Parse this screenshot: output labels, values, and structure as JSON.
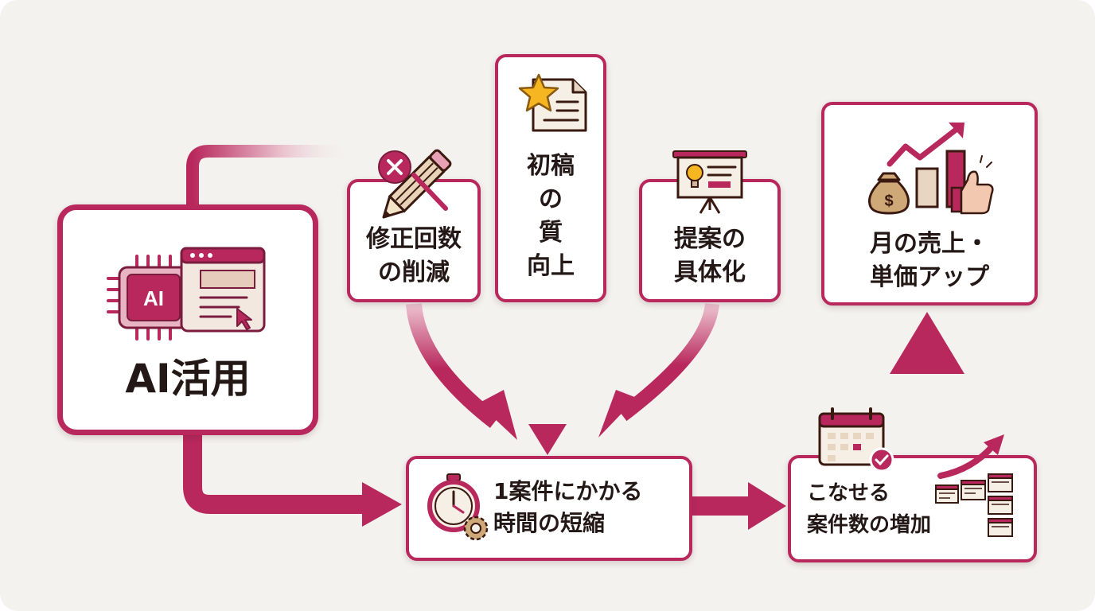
{
  "colors": {
    "accent": "#b8285c",
    "accent_light": "#e9bdcb",
    "text": "#231815",
    "background": "#f3f2ee",
    "box": "#ffffff",
    "gold": "#f5b622",
    "tan": "#e8d5c2"
  },
  "nodes": {
    "ai_use": {
      "label": "AI活用",
      "chip_text": "AI",
      "icons": [
        "ai-chip-icon",
        "browser-window-icon",
        "cursor-icon"
      ]
    },
    "fewer_revisions": {
      "lines": [
        "修正回数",
        "の削減"
      ],
      "icons": [
        "pencil-icon",
        "x-mark-icon"
      ]
    },
    "draft_quality": {
      "lines": [
        "初稿",
        "の",
        "質",
        "向上"
      ],
      "icons": [
        "star-document-icon"
      ]
    },
    "proposal_concrete": {
      "lines": [
        "提案の",
        "具体化"
      ],
      "icons": [
        "presentation-lightbulb-icon"
      ]
    },
    "time_reduction": {
      "lines": [
        "1案件にかかる",
        "時間の短縮"
      ],
      "icons": [
        "stopwatch-gear-icon"
      ]
    },
    "more_cases": {
      "lines": [
        "こなせる",
        "案件数の増加"
      ],
      "icons": [
        "calendar-check-icon",
        "growth-arrow-icon",
        "document-stack-icon"
      ]
    },
    "revenue_up": {
      "lines": [
        "月の売上・",
        "単価アップ"
      ],
      "icons": [
        "money-bag-icon",
        "rising-chart-icon",
        "thumbs-up-icon"
      ]
    }
  }
}
